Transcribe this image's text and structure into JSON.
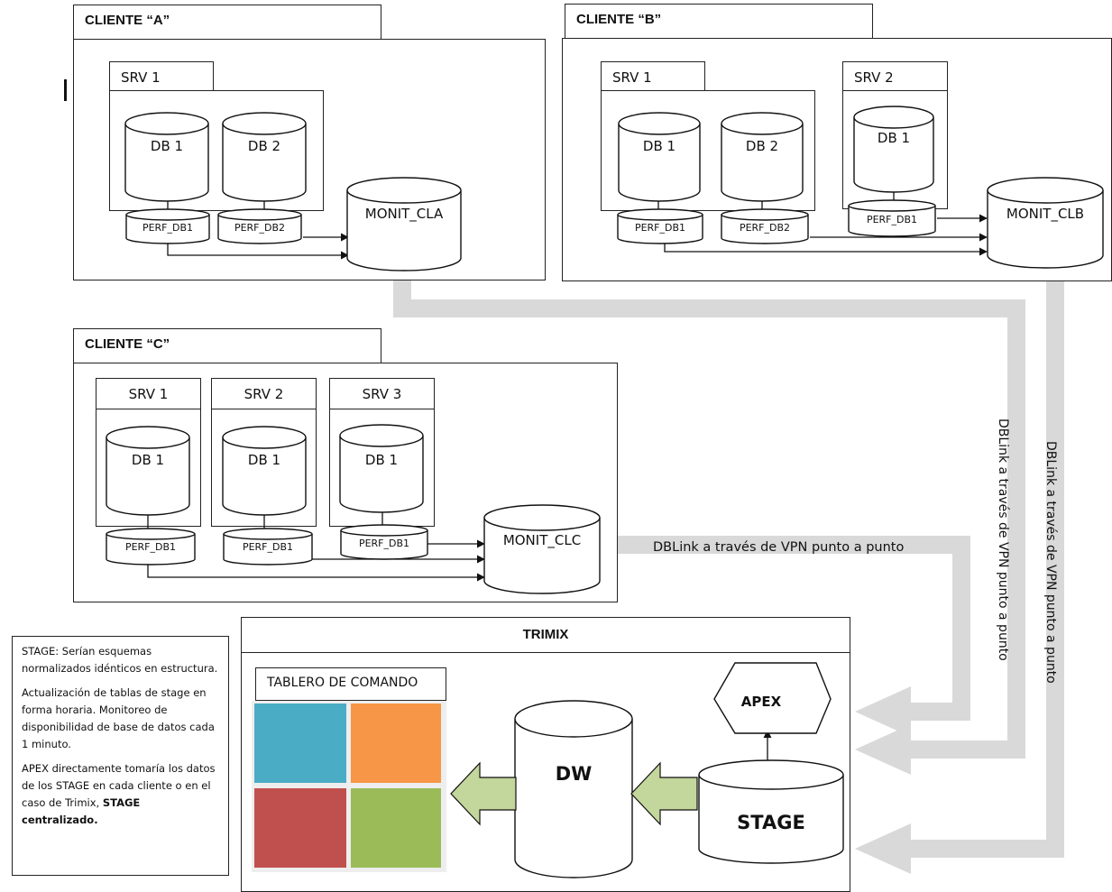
{
  "clients": {
    "a": {
      "title": "CLIENTE  “A”",
      "servers": [
        "SRV 1"
      ],
      "dbs": [
        "DB 1",
        "DB 2"
      ],
      "perfs": [
        "PERF_DB1",
        "PERF_DB2"
      ],
      "monitor": "MONIT_CLA"
    },
    "b": {
      "title": "CLIENTE  “B”",
      "servers": [
        "SRV 1",
        "SRV 2"
      ],
      "dbs": [
        "DB 1",
        "DB 2",
        "DB 1"
      ],
      "perfs": [
        "PERF_DB1",
        "PERF_DB2",
        "PERF_DB1"
      ],
      "monitor": "MONIT_CLB"
    },
    "c": {
      "title": "CLIENTE  “C”",
      "servers": [
        "SRV 1",
        "SRV 2",
        "SRV 3"
      ],
      "dbs": [
        "DB 1",
        "DB 1",
        "DB 1"
      ],
      "perfs": [
        "PERF_DB1",
        "PERF_DB1",
        "PERF_DB1"
      ],
      "monitor": "MONIT_CLC"
    }
  },
  "trimix": {
    "title": "TRIMIX",
    "dashboard_title": "TABLERO DE COMANDO",
    "dw": "DW",
    "stage": "STAGE",
    "apex": "APEX"
  },
  "links": {
    "horizontal": "DBLink a través de VPN punto a punto",
    "vertical_1": "DBLink a través de VPN punto a punto",
    "vertical_2": "DBLink a través de VPN punto a punto"
  },
  "note": {
    "p1": "STAGE: Serían esquemas normalizados idénticos en estructura.",
    "p2": "Actualización de tablas de stage en forma horaria. Monitoreo de disponibilidad de base de datos cada 1 minuto.",
    "p3_text": "APEX directamente tomaría los datos de los STAGE en cada cliente o en el caso de Trimix, ",
    "p3_bold": "STAGE centralizado."
  },
  "colors": {
    "tile_blue": "#4bacc6",
    "tile_orange": "#f79646",
    "tile_red": "#c0504d",
    "tile_green": "#9bbb59",
    "connector_gray": "#d9d9d9",
    "arrow_green": "#c3d69b"
  }
}
